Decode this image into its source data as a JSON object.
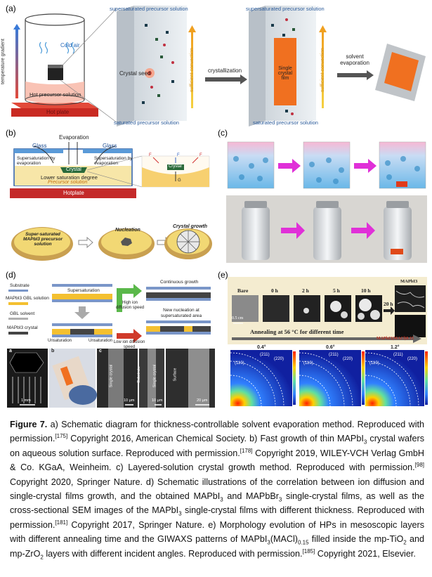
{
  "panel_a": {
    "label": "(a)",
    "temperature_gradient": "temperature gradient",
    "cold_air": "Cold air",
    "crystal_seed": "Crystal seed",
    "hot_precursor": "Hot precursor solution",
    "hot_plate": "Hot plate",
    "supersaturated_1": "supersaturated precursor solution",
    "saturated_1": "saturated precursor solution",
    "sufficient_convection_1": "sufficient convection",
    "crystallization": "crystallization",
    "supersaturated_2": "supersaturated precursor solution",
    "single_crystal_film": "Single crystal film",
    "saturated_2": "saturated precursor solution",
    "sufficient_convection_2": "sufficient convection",
    "solvent_evaporation": "solvent evaporation"
  },
  "panel_b": {
    "label": "(b)",
    "evaporation": "Evaporation",
    "glass_left": "Glass",
    "glass_right": "Glass",
    "supersat_left": "Supersaturation by evaporation",
    "crystal": "Crystal",
    "supersat_right": "Supersaturation by evaporation",
    "lower_saturation": "Lower saturation degree",
    "precursor_solution": "Precursor solution",
    "hotplate": "Hotplate",
    "zoom_crystal": "Crystal",
    "force_left": "F",
    "force_center": "F",
    "force_right": "F",
    "gravity": "G",
    "dish1": "Super-saturated MAPbI3 precursor solution",
    "dish2": "Nucleation",
    "dish3": "Crystal growth"
  },
  "panel_c": {
    "label": "(c)"
  },
  "panel_d": {
    "label": "(d)",
    "substrate": "Substrate",
    "mapbi3_gbl": "MAPbI3 GBL solution",
    "gbl_solvent": "GBL solvent",
    "mapbi3_crystal": "MAPbI3 crystal",
    "supersaturation": "Supersaturation",
    "unsaturation_left": "Unsaturation",
    "unsaturation_right": "Unsaturation",
    "high_ion": "High ion diffusion speed",
    "low_ion": "Low ion diffusion speed",
    "continuous_growth": "Continuous growth",
    "new_nucleation": "New nucleation at supersaturated area",
    "sub_a": "a",
    "sub_b": "b",
    "sub_c": "c",
    "scale_a": "1 mm",
    "scale_c1": "10 μm",
    "scale_c2": "10 μm",
    "scale_c3": "20 μm",
    "sem_single_crystal_1": "Single crystal",
    "sem_substrate": "Substrate",
    "sem_single_crystal_2": "Single crystal",
    "sem_surface": "Surface"
  },
  "panel_e": {
    "label": "(e)",
    "times": [
      "Bare",
      "0 h",
      "2 h",
      "5 h",
      "10 h"
    ],
    "scale": "0.5 cm",
    "mapbi3": "MAPbI3",
    "twenty_h": "20 h",
    "annealing": "Annealing at 56 °C for different time",
    "mapbi3_macl": "MAPbI3(MACl)0.15",
    "angles": [
      "0.4°",
      "0.6°",
      "1.2°"
    ],
    "peak_110": "(110)",
    "peak_220": "(220)",
    "peak_211": "(211)"
  },
  "caption": {
    "figure_label": "Figure 7.",
    "s1": " a) Schematic diagram for thickness-controllable solvent evaporation method. Reproduced with permission.",
    "r1": "[175]",
    "s2": " Copyright 2016, American Chemical Society. b) Fast growth of thin MAPbI",
    "s2_sub": "3",
    "s3": " crystal wafers on aqueous solution surface. Reproduced with permission.",
    "r2": "[178]",
    "s4": " Copyright 2019, WILEY-VCH Verlag GmbH & Co. KGaA, Weinheim. c) Layered-solution crystal growth method. Reproduced with permission.",
    "r3": "[98]",
    "s5": " Copyright 2020, Springer Nature. d) Schematic illustrations of the correlation between ion diffusion and single-crystal films growth, and the obtained MAPbI",
    "s5_sub": "3",
    "s6": " and MAPbBr",
    "s6_sub": "3",
    "s7": " single-crystal films, as well as the cross-sectional SEM images of the MAPbI",
    "s7_sub": "3",
    "s8": " single-crystal films with different thickness. Reproduced with permission.",
    "r4": "[181]",
    "s9": " Copyright 2017, Springer Nature. e) Morphology evolution of HPs in mesoscopic layers with different annealing time and the GIWAXS patterns of MAPbI",
    "s9_sub": "3",
    "s10": "(MACl)",
    "s10_sub": "0.15",
    "s11": " filled inside the mp-TiO",
    "s11_sub": "2",
    "s12": " and mp-ZrO",
    "s12_sub": "2",
    "s13": " layers with different incident angles. Reproduced with permission.",
    "r5": "[185]",
    "s14": " Copyright 2021, Elsevier."
  }
}
